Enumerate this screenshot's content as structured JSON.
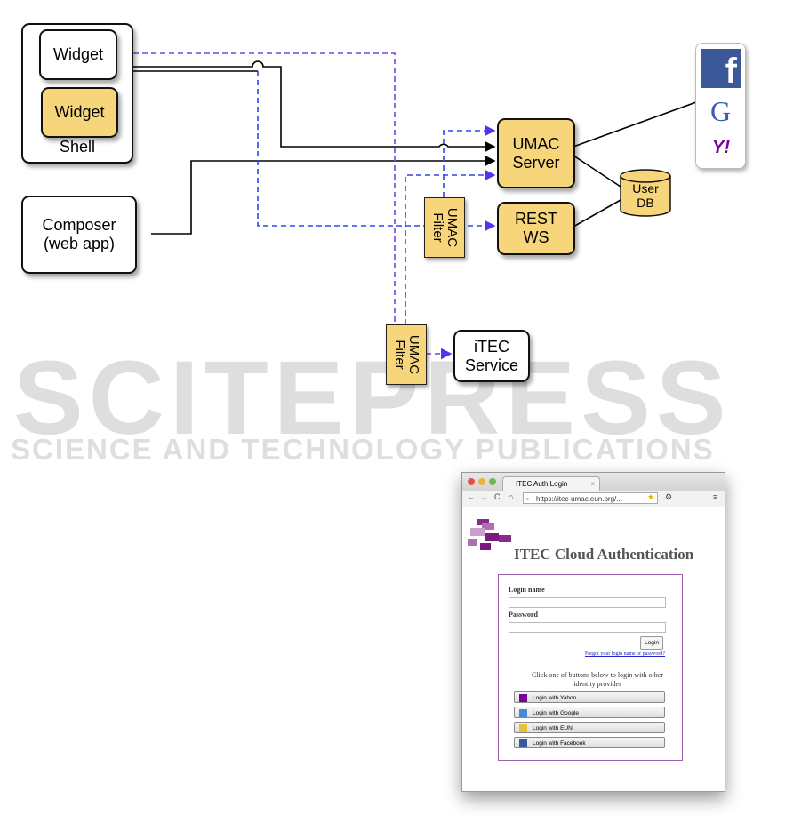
{
  "watermark": {
    "title": "SCITEPRESS",
    "subtitle": "SCIENCE AND TECHNOLOGY PUBLICATIONS"
  },
  "diagram": {
    "shell_label": "Shell",
    "widget_1": "Widget",
    "widget_2": "Widget",
    "composer": "Composer\n(web app)",
    "umac_server": "UMAC\nServer",
    "rest_ws": "REST\nWS",
    "user_db": "User\nDB",
    "umac_filter_1": "UMAC\nFilter",
    "umac_filter_2": "UMAC\nFilter",
    "itec_service": "iTEC\nService",
    "providers": [
      "facebook-icon",
      "google-icon",
      "yahoo-icon"
    ]
  },
  "browser": {
    "tab_title": "ITEC Auth Login",
    "url": "https://itec-umac.eun.org/...",
    "heading": "ITEC Cloud Authentication",
    "login_name_label": "Login name",
    "password_label": "Password",
    "login_button": "Login",
    "forgot_link": "Forgot your login name or password?",
    "provider_prompt": "Click one of buttons below to login with other identity provider",
    "provider_buttons": [
      "Login with Yahoo",
      "Login with Google",
      "Login with EUN",
      "Login with Facebook"
    ]
  }
}
